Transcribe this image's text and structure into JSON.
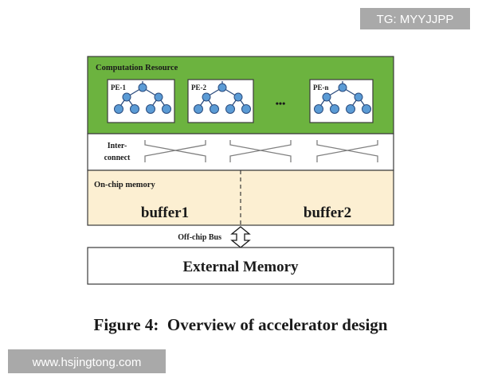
{
  "watermark_top": "TG: MYYJJPP",
  "watermark_bottom": "www.hsjingtong.com",
  "computation": {
    "label": "Computation Resource",
    "pe_labels": [
      "PE-1",
      "PE-2",
      "PE-n"
    ],
    "ellipsis": "•••",
    "fill": "#6cb33f"
  },
  "interconnect": {
    "label_line1": "Inter-",
    "label_line2": "connect"
  },
  "onchip": {
    "label": "On-chip memory",
    "buffer1": "buffer1",
    "buffer2": "buffer2",
    "fill": "#fcefd2"
  },
  "bus_label": "Off-chip Bus",
  "external_memory": "External Memory",
  "caption": "Figure 4:  Overview of accelerator design"
}
